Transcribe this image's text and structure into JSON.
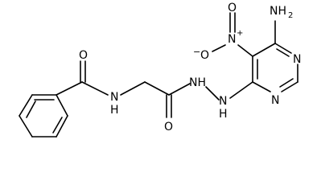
{
  "molecule": {
    "atoms": {
      "amino_nh2": "NH",
      "amino_sub": "2",
      "nitro_n": "N",
      "nitro_n_charge": "+",
      "nitro_o_top": "O",
      "nitro_o_minus": "O",
      "nitro_o_charge": "−",
      "ring_n1": "N",
      "ring_n3": "N",
      "hydrazide_nh_a": "NH",
      "hydrazide_nh_b": "N",
      "hydrazide_h": "H",
      "amide_nh": "N",
      "amide_h": "H",
      "carbonyl_o_benzoyl": "O",
      "carbonyl_o_glycyl": "O"
    }
  }
}
